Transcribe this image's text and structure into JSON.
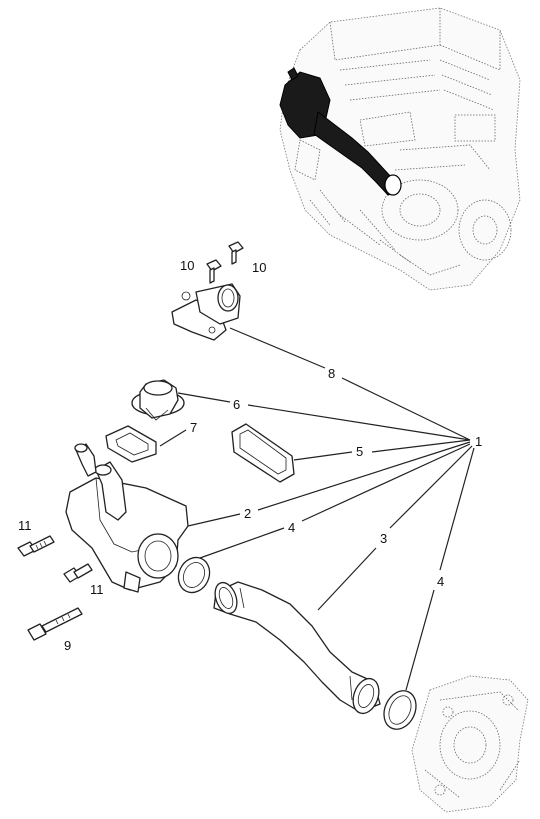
{
  "callouts": {
    "c1": "1",
    "c2": "2",
    "c3": "3",
    "c4a": "4",
    "c4b": "4",
    "c5": "5",
    "c6": "6",
    "c7": "7",
    "c8": "8",
    "c9": "9",
    "c10a": "10",
    "c10b": "10",
    "c11a": "11",
    "c11b": "11"
  }
}
